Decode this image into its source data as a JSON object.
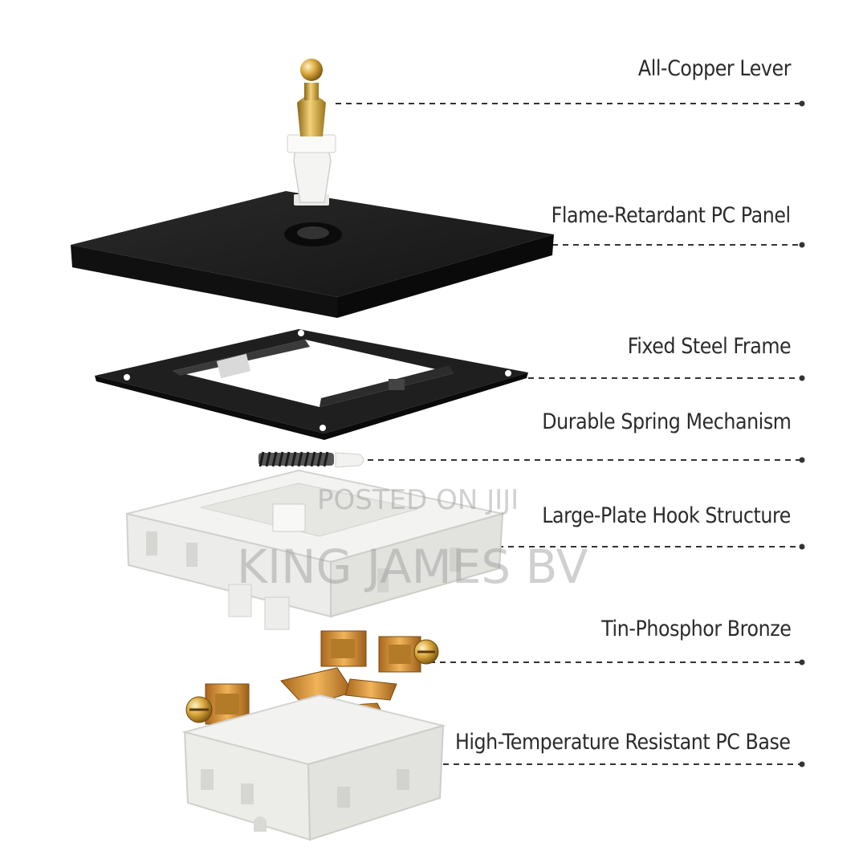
{
  "labels": [
    "All-Copper Lever",
    "Flame-Retardant PC Panel",
    "Fixed Steel Frame",
    "Durable Spring Mechanism",
    "Large-Plate Hook Structure",
    "Tin-Phosphor Bronze",
    "High-Temperature Resistant PC Base"
  ],
  "watermark": {
    "line1": "POSTED ON JIJI",
    "line2": "KING JAMES BV"
  },
  "colors": {
    "panel": "#1c1c1c",
    "frame": "#222222",
    "plastic": "#f1f1ef",
    "brass": "#c9962e",
    "copper": "#d08a3a",
    "text": "#2b2b2b"
  }
}
